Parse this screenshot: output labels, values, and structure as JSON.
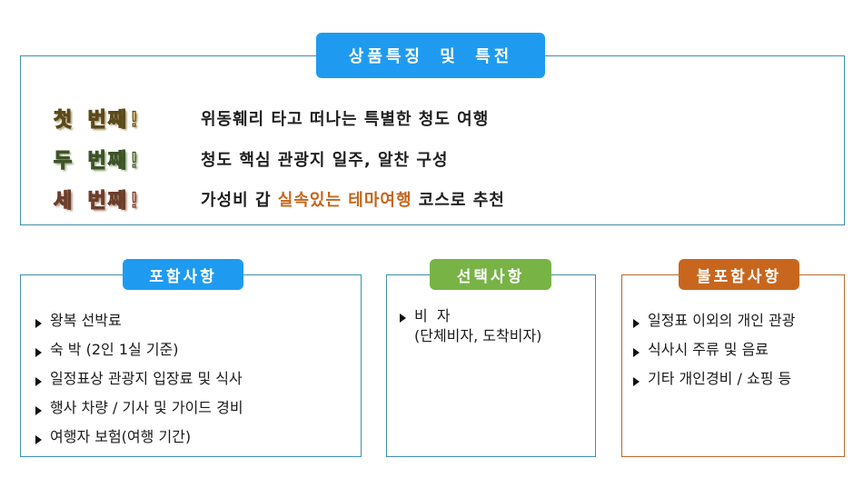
{
  "features": {
    "title": "상품특징 및 특전",
    "rows": [
      {
        "ordinal": "첫 번째!",
        "text": "위동훼리 타고 떠나는 특별한 청도 여행"
      },
      {
        "ordinal": "두 번째!",
        "text": "청도 핵심 관광지 일주, 알찬 구성"
      },
      {
        "ordinal": "세 번째!",
        "text_pre": "가성비 갑 ",
        "text_hl": "실속있는 테마여행",
        "text_post": " 코스로 추천"
      }
    ]
  },
  "included": {
    "title": "포함사항",
    "items": [
      "왕복 선박료",
      "숙 박 (2인 1실 기준)",
      "일정표상 관광지 입장료 및 식사",
      "행사 차량 / 기사 및 가이드 경비",
      "여행자 보험(여행 기간)"
    ]
  },
  "optional": {
    "title": "선택사항",
    "item": "비  자",
    "detail": "(단체비자, 도착비자)"
  },
  "excluded": {
    "title": "불포함사항",
    "items": [
      "일정표 이외의 개인 관광",
      "식사시 주류 및 음료",
      "기타 개인경비 / 쇼핑 등"
    ]
  },
  "colors": {
    "blue": "#1e9bf0",
    "green": "#78b346",
    "orange": "#c9661e",
    "highlight": "#c3661c"
  }
}
